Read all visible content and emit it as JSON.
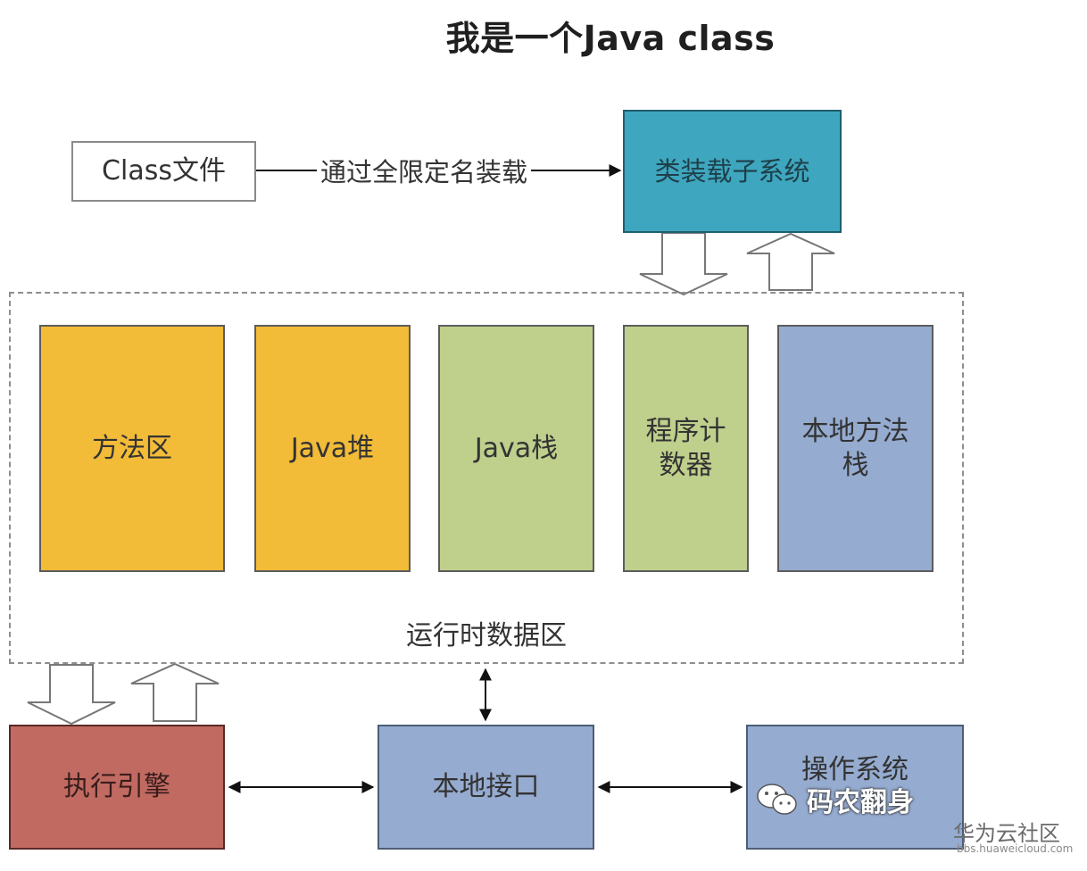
{
  "title": "我是一个Java class",
  "class_file": {
    "label": "Class文件"
  },
  "load_arrow": {
    "label": "通过全限定名装载"
  },
  "class_loader": {
    "label": "类装载子系统"
  },
  "runtime_area": {
    "label": "运行时数据区",
    "columns": [
      {
        "label": "方法区"
      },
      {
        "label": "Java堆"
      },
      {
        "label": "Java栈"
      },
      {
        "label": "程序计\n数器"
      },
      {
        "label": "本地方法\n栈"
      }
    ]
  },
  "execution_engine": {
    "label": "执行引擎"
  },
  "native_interface": {
    "label": "本地接口"
  },
  "operating_system": {
    "label": "操作系统"
  },
  "watermark": {
    "text": "码农翻身"
  },
  "brand": {
    "name": "华为云社区",
    "url": "bbs.huaweicloud.com"
  },
  "colors": {
    "method_area": "#f2bb38",
    "heap": "#f2bb38",
    "stack": "#bfcf8c",
    "pc_register": "#bfcf8c",
    "native_stack": "#95abd0",
    "class_loader": "#3ea6be",
    "execution_engine": "#c06a62",
    "native_interface": "#95abd0",
    "operating_system": "#95abd0"
  }
}
